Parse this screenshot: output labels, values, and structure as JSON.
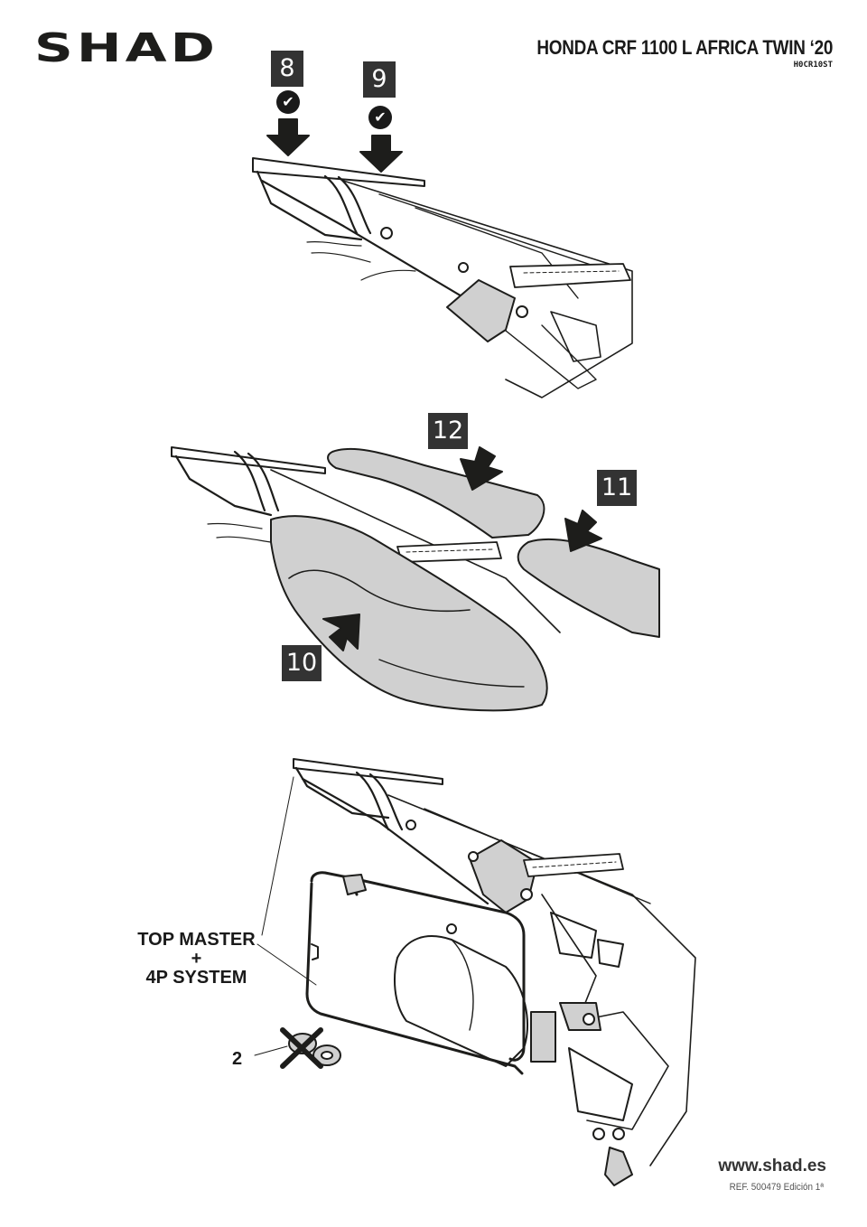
{
  "header": {
    "brand": "SHAD",
    "model_title": "HONDA CRF 1100 L AFRICA TWIN ‘20",
    "model_code": "H0CR10ST"
  },
  "steps": {
    "s8": "8",
    "s9": "9",
    "s10": "10",
    "s11": "11",
    "s12": "12"
  },
  "icons": {
    "check": "✔",
    "arrow": "arrow-down-icon"
  },
  "callout": {
    "line1": "TOP MASTER",
    "line2": "+",
    "line3": "4P SYSTEM",
    "part_qty": "2"
  },
  "footer": {
    "website": "www.shad.es",
    "reference": "REF. 500479 Edición 1ª"
  },
  "colors": {
    "ink": "#1d1d1b",
    "step_box": "#333333",
    "part_fill": "#d0d0d0"
  }
}
